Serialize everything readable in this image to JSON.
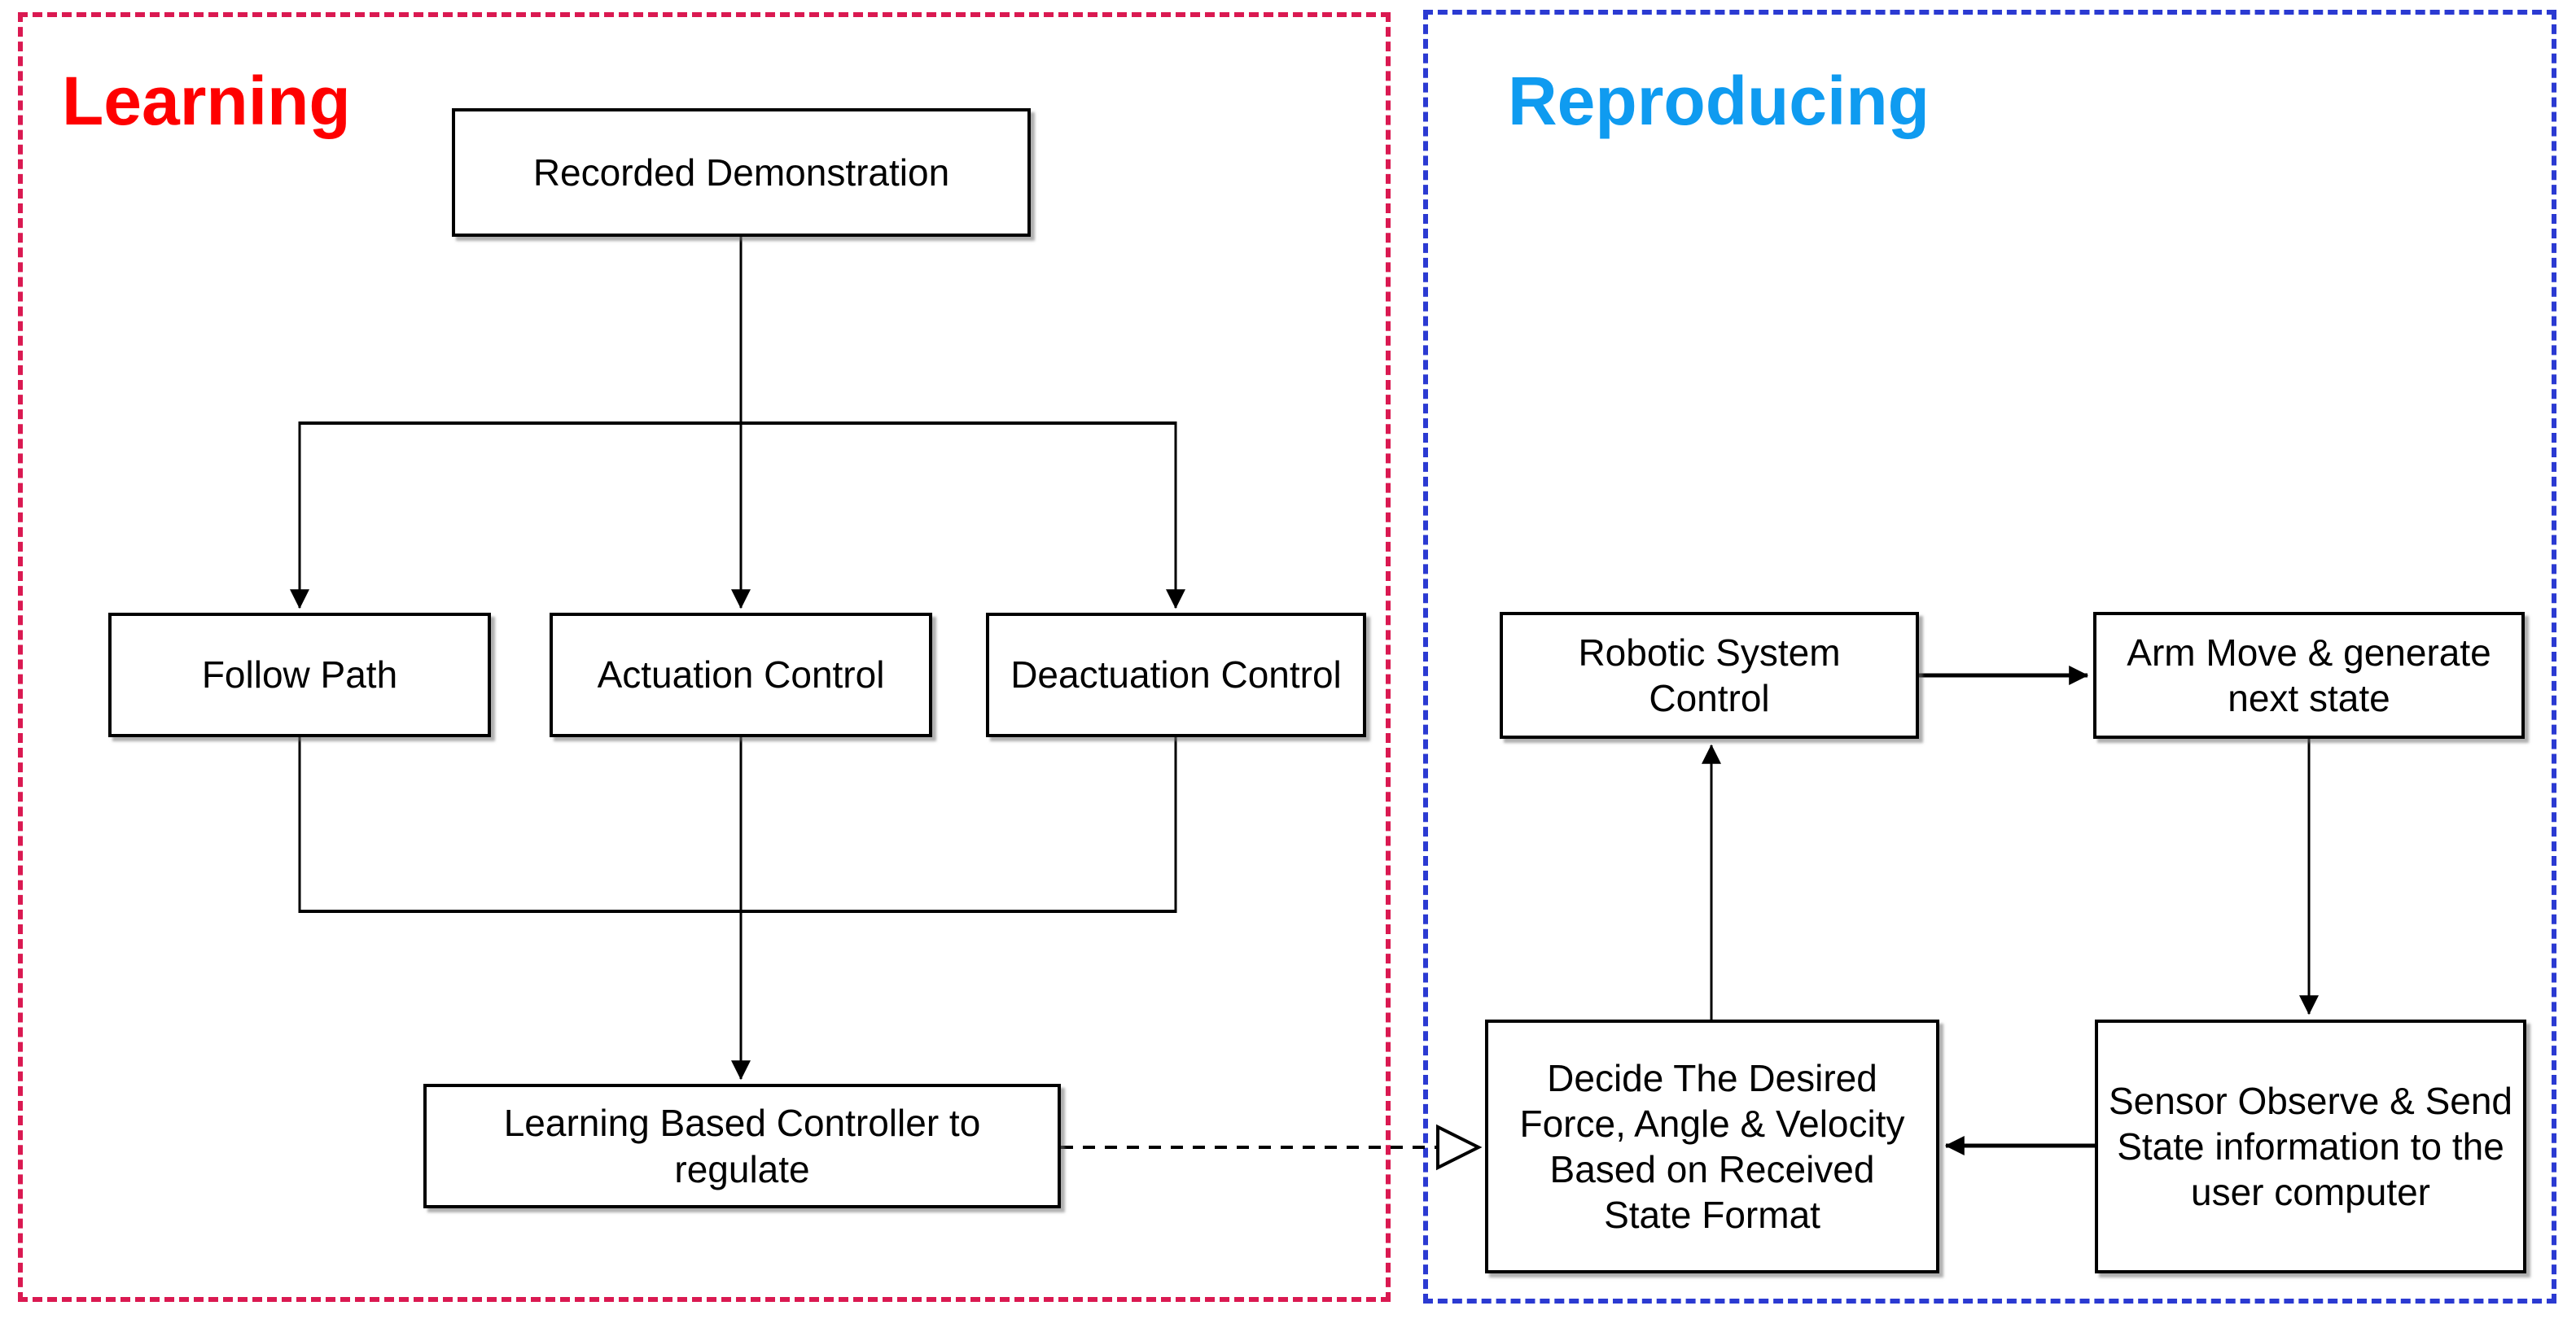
{
  "diagram_type": "flowchart",
  "colors": {
    "learning_title": "#fe0000",
    "learning_border": "#da1951",
    "reproducing_title": "#0f9bf0",
    "reproducing_border": "#2b3ad2",
    "node_border": "#000000",
    "node_fill": "#ffffff",
    "connector": "#000000",
    "background": "#ffffff"
  },
  "regions": {
    "learning": {
      "label": "Learning"
    },
    "reproducing": {
      "label": "Reproducing"
    }
  },
  "nodes": {
    "recorded_demonstration": {
      "label": "Recorded Demonstration"
    },
    "follow_path": {
      "label": "Follow Path"
    },
    "actuation_control": {
      "label": "Actuation Control"
    },
    "deactuation_control": {
      "label": "Deactuation Control"
    },
    "learning_based_controller": {
      "label": "Learning Based Controller to\nregulate"
    },
    "robotic_system_control": {
      "label": "Robotic System\nControl"
    },
    "arm_move": {
      "label": "Arm Move & generate\nnext state"
    },
    "decide_desired": {
      "label": "Decide The Desired\nForce, Angle & Velocity\nBased on Received\nState Format"
    },
    "sensor_observe": {
      "label": "Sensor Observe & Send\nState information to the\nuser computer"
    }
  },
  "edges": [
    {
      "from": "recorded_demonstration",
      "to": "follow_path",
      "style": "solid",
      "arrow": "filled"
    },
    {
      "from": "recorded_demonstration",
      "to": "actuation_control",
      "style": "solid",
      "arrow": "filled"
    },
    {
      "from": "recorded_demonstration",
      "to": "deactuation_control",
      "style": "solid",
      "arrow": "filled"
    },
    {
      "from": "follow_path",
      "to": "learning_based_controller",
      "style": "solid",
      "arrow": "filled"
    },
    {
      "from": "actuation_control",
      "to": "learning_based_controller",
      "style": "solid",
      "arrow": "filled"
    },
    {
      "from": "deactuation_control",
      "to": "learning_based_controller",
      "style": "solid",
      "arrow": "filled"
    },
    {
      "from": "learning_based_controller",
      "to": "decide_desired",
      "style": "dashed",
      "arrow": "open-triangle"
    },
    {
      "from": "decide_desired",
      "to": "robotic_system_control",
      "style": "solid",
      "arrow": "filled"
    },
    {
      "from": "robotic_system_control",
      "to": "arm_move",
      "style": "solid",
      "arrow": "filled"
    },
    {
      "from": "arm_move",
      "to": "sensor_observe",
      "style": "solid",
      "arrow": "filled"
    },
    {
      "from": "sensor_observe",
      "to": "decide_desired",
      "style": "solid",
      "arrow": "filled"
    }
  ]
}
